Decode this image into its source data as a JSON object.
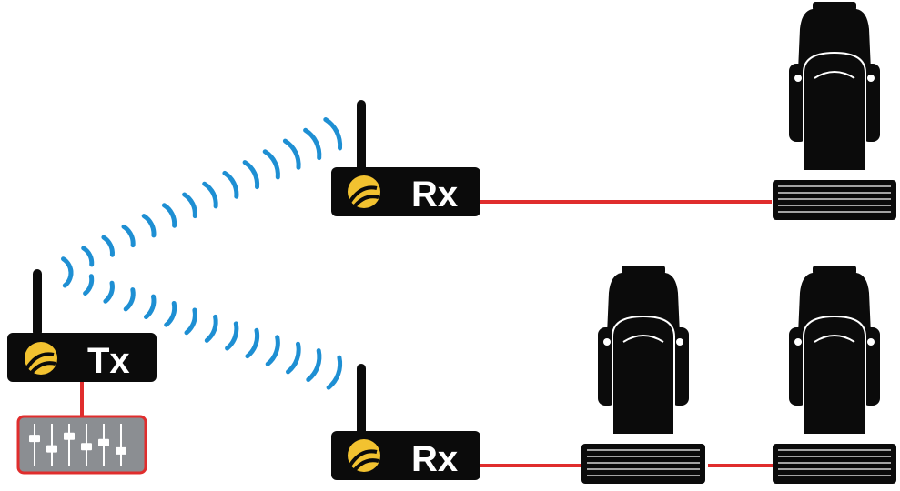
{
  "colors": {
    "device_body": "#0b0b0b",
    "antenna": "#0b0b0b",
    "logo": "#f2c230",
    "wave": "#1e8fd3",
    "cable": "#e02d2d",
    "fixture": "#0b0b0b",
    "fixture_highlight": "#ffffff",
    "console_body": "#8b8e92",
    "console_border": "#e02d2d"
  },
  "transmitter": {
    "label": "Tx",
    "logo_icon": "wireless-logo-icon"
  },
  "receivers": [
    {
      "label": "Rx",
      "logo_icon": "wireless-logo-icon",
      "fixture_count": 1
    },
    {
      "label": "Rx",
      "logo_icon": "wireless-logo-icon",
      "fixture_count": 2
    }
  ],
  "console": {
    "icon": "mixer-faders-icon",
    "fader_count": 6
  },
  "fixture_icon": "moving-head-light-icon"
}
